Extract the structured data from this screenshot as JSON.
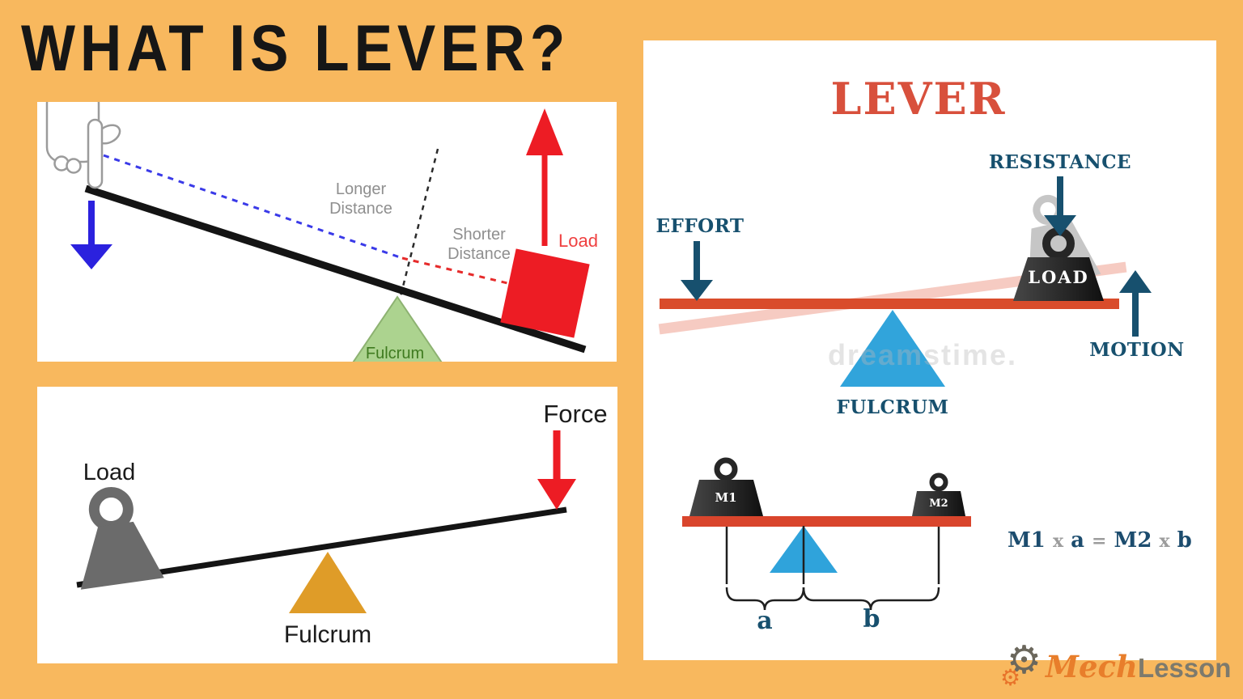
{
  "title": "WHAT IS LEVER?",
  "panel_top_left": {
    "longer_distance": "Longer Distance",
    "shorter_distance": "Shorter Distance",
    "load_label": "Load",
    "fulcrum_label": "Fulcrum"
  },
  "panel_bottom_left": {
    "force_label": "Force",
    "load_label": "Load",
    "fulcrum_label": "Fulcrum"
  },
  "panel_right": {
    "title": "LEVER",
    "resistance_label": "RESISTANCE",
    "effort_label": "EFFORT",
    "load_label": "LOAD",
    "motion_label": "MOTION",
    "fulcrum_label": "FULCRUM",
    "watermark": "dreamstime.",
    "m1_label": "M1",
    "m2_label": "M2",
    "a_label": "a",
    "b_label": "b",
    "formula": {
      "m1": "M1",
      "x1": "x",
      "a": "a",
      "eq": "=",
      "m2": "M2",
      "x2": "x",
      "b": "b"
    }
  },
  "logo": {
    "mech": "Mech",
    "lesson": "Lesson",
    "gear_icon": "gear"
  },
  "colors": {
    "background_orange": "#F8B85E",
    "title_black": "#161616",
    "lever_title_red": "#D8503C",
    "navy_labels": "#17506E",
    "red_bar": "#D94C2B",
    "pink_ghost_bar": "#F6CBC2",
    "blue_fulcrum": "#31A4DB",
    "green_fulcrum": "#ACD38F",
    "orange_fulcrum": "#DF9C28",
    "gray_weight": "#6B6B6B",
    "red_accent": "#ED1C24",
    "blue_arrow": "#2B21DE",
    "formula_gray": "#9C9C9C",
    "logo_orange": "#E87E2B",
    "logo_gray": "#7D7A6D"
  }
}
